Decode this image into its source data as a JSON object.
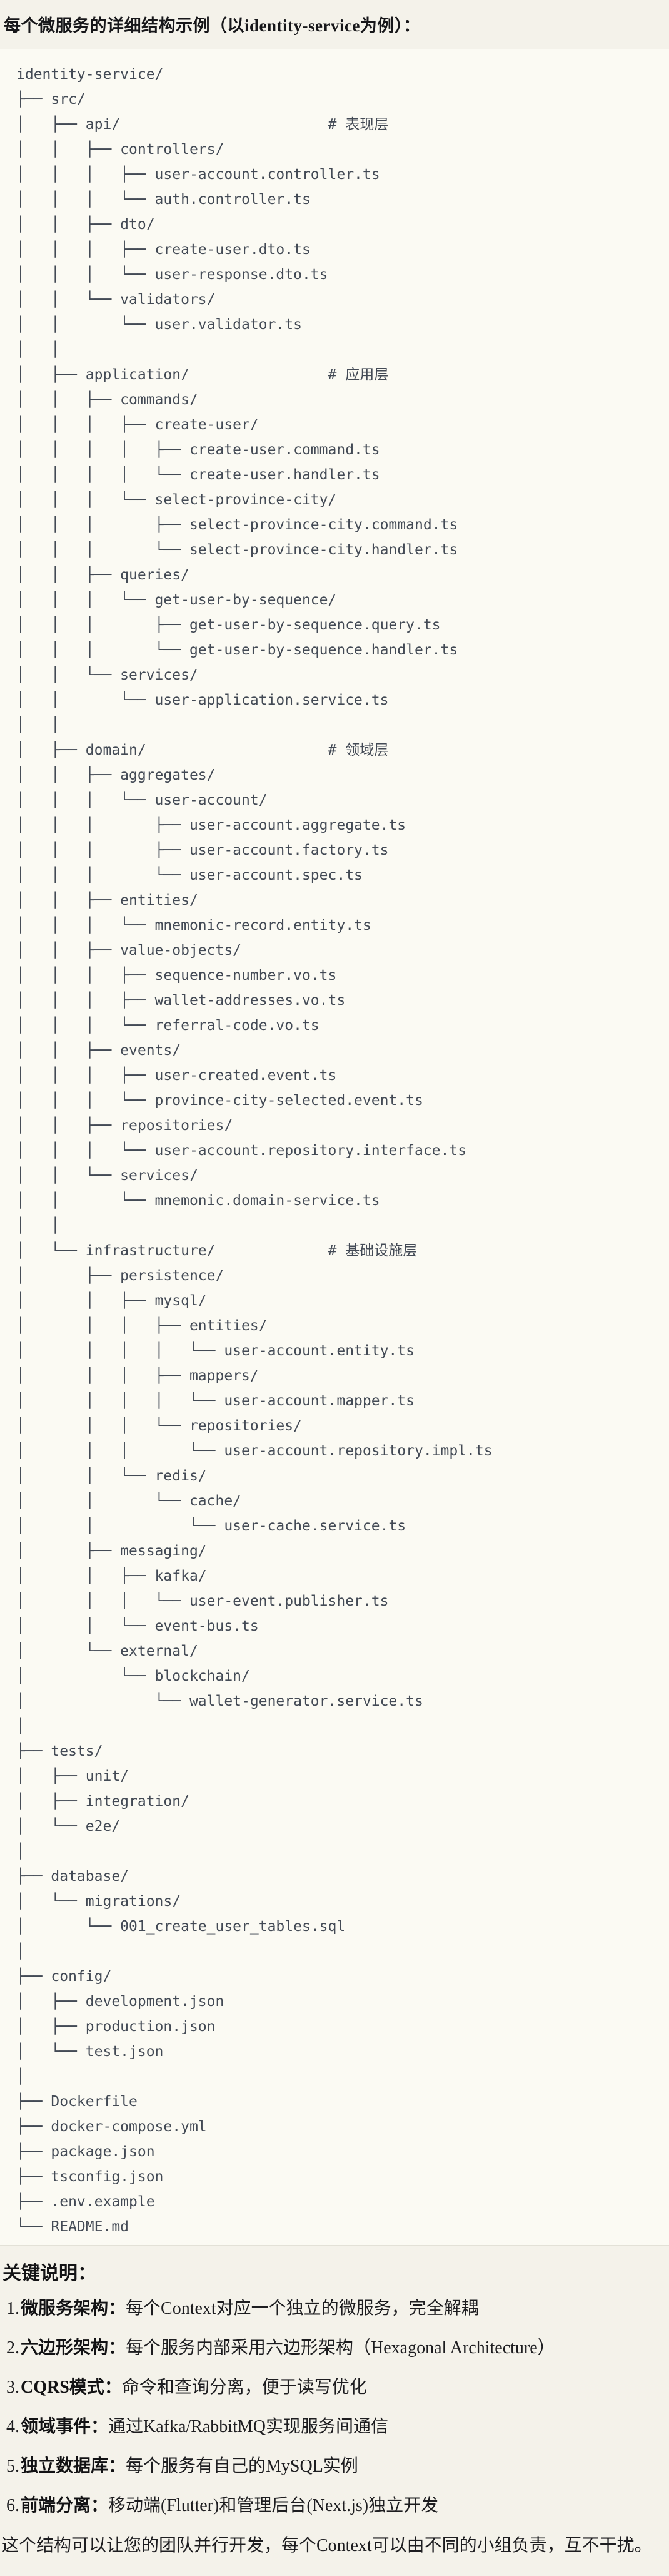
{
  "page": {
    "title": "每个微服务的详细结构示例（以identity-service为例）：",
    "notes_heading": "关键说明：",
    "notes": [
      {
        "num": "1.",
        "term": "微服务架构：",
        "desc": "每个Context对应一个独立的微服务，完全解耦"
      },
      {
        "num": "2.",
        "term": "六边形架构：",
        "desc": "每个服务内部采用六边形架构（Hexagonal Architecture）"
      },
      {
        "num": "3.",
        "term": "CQRS模式：",
        "desc": "命令和查询分离，便于读写优化"
      },
      {
        "num": "4.",
        "term": "领域事件：",
        "desc": "通过Kafka/RabbitMQ实现服务间通信"
      },
      {
        "num": "5.",
        "term": "独立数据库：",
        "desc": "每个服务有自己的MySQL实例"
      },
      {
        "num": "6.",
        "term": "前端分离：",
        "desc": "移动端(Flutter)和管理后台(Next.js)独立开发"
      }
    ],
    "footer": "这个结构可以让您的团队并行开发，每个Context可以由不同的小组负责，互不干扰。"
  },
  "tree": {
    "layer_comments": [
      "# 表现层",
      "# 应用层",
      "# 领域层",
      "# 基础设施层"
    ],
    "lines": [
      "identity-service/",
      "├── src/",
      "│   ├── api/                        # 表现层",
      "│   │   ├── controllers/",
      "│   │   │   ├── user-account.controller.ts",
      "│   │   │   └── auth.controller.ts",
      "│   │   ├── dto/",
      "│   │   │   ├── create-user.dto.ts",
      "│   │   │   └── user-response.dto.ts",
      "│   │   └── validators/",
      "│   │       └── user.validator.ts",
      "│   │",
      "│   ├── application/                # 应用层",
      "│   │   ├── commands/",
      "│   │   │   ├── create-user/",
      "│   │   │   │   ├── create-user.command.ts",
      "│   │   │   │   └── create-user.handler.ts",
      "│   │   │   └── select-province-city/",
      "│   │   │       ├── select-province-city.command.ts",
      "│   │   │       └── select-province-city.handler.ts",
      "│   │   ├── queries/",
      "│   │   │   └── get-user-by-sequence/",
      "│   │   │       ├── get-user-by-sequence.query.ts",
      "│   │   │       └── get-user-by-sequence.handler.ts",
      "│   │   └── services/",
      "│   │       └── user-application.service.ts",
      "│   │",
      "│   ├── domain/                     # 领域层",
      "│   │   ├── aggregates/",
      "│   │   │   └── user-account/",
      "│   │   │       ├── user-account.aggregate.ts",
      "│   │   │       ├── user-account.factory.ts",
      "│   │   │       └── user-account.spec.ts",
      "│   │   ├── entities/",
      "│   │   │   └── mnemonic-record.entity.ts",
      "│   │   ├── value-objects/",
      "│   │   │   ├── sequence-number.vo.ts",
      "│   │   │   ├── wallet-addresses.vo.ts",
      "│   │   │   └── referral-code.vo.ts",
      "│   │   ├── events/",
      "│   │   │   ├── user-created.event.ts",
      "│   │   │   └── province-city-selected.event.ts",
      "│   │   ├── repositories/",
      "│   │   │   └── user-account.repository.interface.ts",
      "│   │   └── services/",
      "│   │       └── mnemonic.domain-service.ts",
      "│   │",
      "│   └── infrastructure/             # 基础设施层",
      "│       ├── persistence/",
      "│       │   ├── mysql/",
      "│       │   │   ├── entities/",
      "│       │   │   │   └── user-account.entity.ts",
      "│       │   │   ├── mappers/",
      "│       │   │   │   └── user-account.mapper.ts",
      "│       │   │   └── repositories/",
      "│       │   │       └── user-account.repository.impl.ts",
      "│       │   └── redis/",
      "│       │       └── cache/",
      "│       │           └── user-cache.service.ts",
      "│       ├── messaging/",
      "│       │   ├── kafka/",
      "│       │   │   └── user-event.publisher.ts",
      "│       │   └── event-bus.ts",
      "│       └── external/",
      "│           └── blockchain/",
      "│               └── wallet-generator.service.ts",
      "│",
      "├── tests/",
      "│   ├── unit/",
      "│   ├── integration/",
      "│   └── e2e/",
      "│",
      "├── database/",
      "│   └── migrations/",
      "│       └── 001_create_user_tables.sql",
      "│",
      "├── config/",
      "│   ├── development.json",
      "│   ├── production.json",
      "│   └── test.json",
      "│",
      "├── Dockerfile",
      "├── docker-compose.yml",
      "├── package.json",
      "├── tsconfig.json",
      "├── .env.example",
      "└── README.md"
    ]
  }
}
